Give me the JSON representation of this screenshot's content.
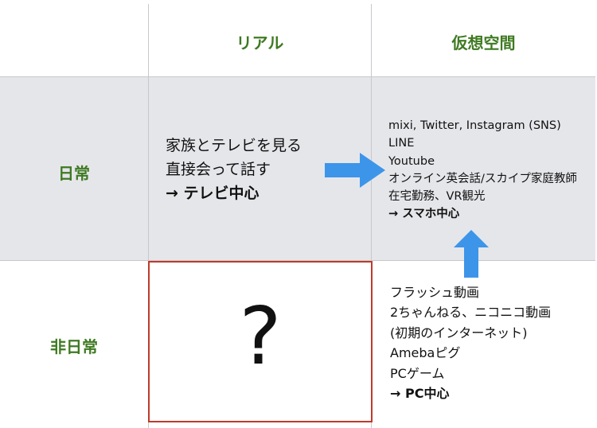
{
  "headers": {
    "real": "リアル",
    "virtual": "仮想空間",
    "daily": "日常",
    "non_daily": "非日常"
  },
  "cells": {
    "real_daily": {
      "lines": [
        "家族とテレビを見る",
        "直接会って話す"
      ],
      "conclusion": "→ テレビ中心"
    },
    "virtual_daily": {
      "lines": [
        "mixi, Twitter, Instagram (SNS)",
        "LINE",
        "Youtube",
        "オンライン英会話/スカイプ家庭教師",
        "在宅勤務、VR観光"
      ],
      "conclusion": "→ スマホ中心"
    },
    "real_non_daily": {
      "mark": "?"
    },
    "virtual_non_daily": {
      "lines": [
        "フラッシュ動画",
        "2ちゃんねる、ニコニコ動画",
        "(初期のインターネット)",
        "Amebaピグ",
        "PCゲーム"
      ],
      "conclusion": "→ PC中心"
    }
  },
  "colors": {
    "header_text": "#3e7a22",
    "band": "#e5e6ea",
    "arrow": "#3d95ea",
    "question_border": "#c0392b"
  }
}
